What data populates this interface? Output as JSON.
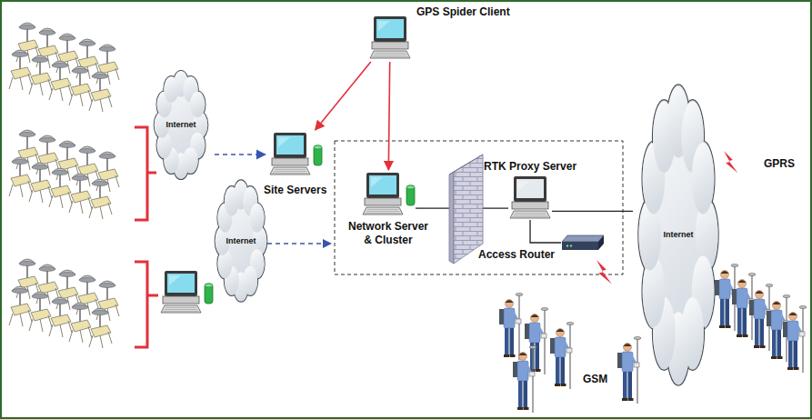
{
  "diagram": {
    "nodes": [
      {
        "text": [
          "Internet"
        ]
      },
      {
        "text": [
          "GPS Spider Client"
        ]
      },
      {
        "text": [
          "Site Servers"
        ]
      },
      {
        "text": [
          "Internet"
        ]
      },
      {
        "text": [
          "Network Server & Cluster"
        ]
      },
      {
        "text": [
          "RTK Proxy Server"
        ]
      },
      {
        "text": [
          "Access Router"
        ]
      },
      {
        "text": [
          "Internet"
        ]
      }
    ],
    "edges": [
      {
        "from": 0,
        "to": 2,
        "arrow": "to"
      },
      {
        "from": 1,
        "to": 2,
        "arrow": "to"
      },
      {
        "from": 1,
        "to": 4,
        "arrow": "to"
      },
      {
        "from": 4,
        "to": 5,
        "arrow": "none"
      },
      {
        "from": 5,
        "to": 7,
        "arrow": "none"
      },
      {
        "from": 5,
        "to": 6,
        "arrow": "none"
      }
    ],
    "labels": [
      "GPRS",
      "GSM"
    ]
  }
}
